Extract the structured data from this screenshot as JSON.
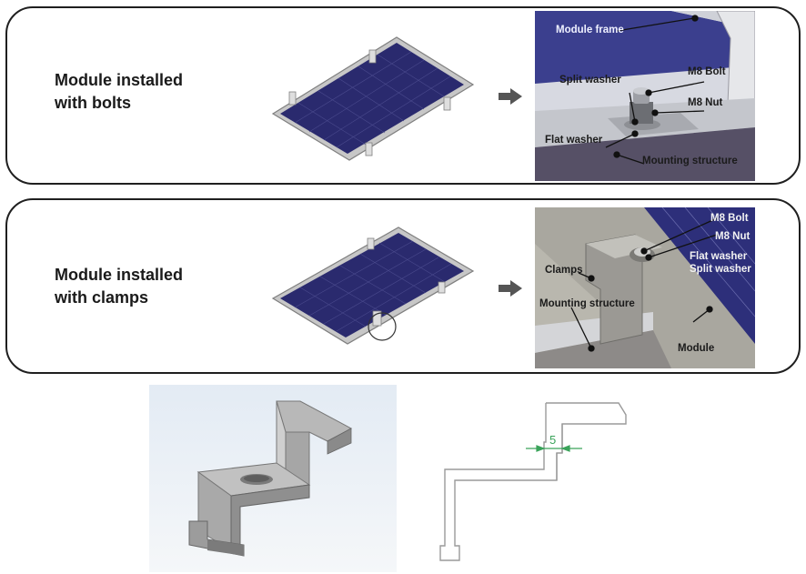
{
  "panels": {
    "bolts": {
      "title": "Module installed\nwith bolts",
      "labels": {
        "module_frame": "Module frame",
        "split_washer": "Split washer",
        "m8_bolt": "M8 Bolt",
        "m8_nut": "M8 Nut",
        "flat_washer": "Flat washer",
        "mounting_structure": "Mounting structure"
      }
    },
    "clamps": {
      "title": "Module installed\nwith clamps",
      "labels": {
        "m8_bolt": "M8 Bolt",
        "m8_nut": "M8 Nut",
        "flat_washer": "Flat washer",
        "split_washer": "Split washer",
        "clamps": "Clamps",
        "mounting_structure": "Mounting structure",
        "module": "Module"
      }
    }
  },
  "dimension": {
    "value": "5"
  },
  "colors": {
    "panel_cells": "#2a2a6e",
    "panel_frame": "#b8b8b8",
    "clamp_metal": "#9a9a9a",
    "photo_background": "#d9dbe0",
    "dimension_green": "#3aa35a"
  }
}
